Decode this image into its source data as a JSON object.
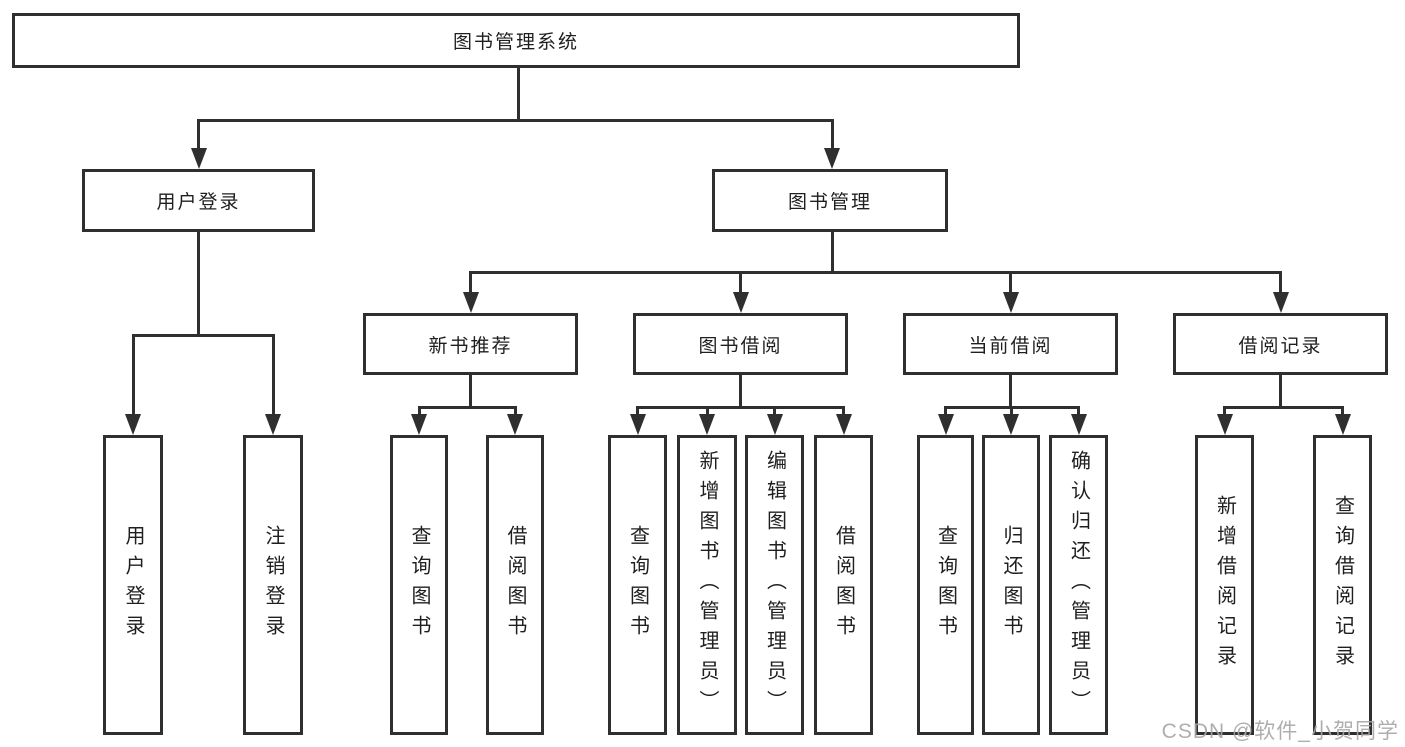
{
  "tree": {
    "label": "图书管理系统",
    "children": [
      {
        "label": "用户登录",
        "children": [
          {
            "label": "用户登录"
          },
          {
            "label": "注销登录"
          }
        ]
      },
      {
        "label": "图书管理",
        "children": [
          {
            "label": "新书推荐",
            "children": [
              {
                "label": "查询图书"
              },
              {
                "label": "借阅图书"
              }
            ]
          },
          {
            "label": "图书借阅",
            "children": [
              {
                "label": "查询图书"
              },
              {
                "label": "新增图书（管理员）"
              },
              {
                "label": "编辑图书（管理员）"
              },
              {
                "label": "借阅图书"
              }
            ]
          },
          {
            "label": "当前借阅",
            "children": [
              {
                "label": "查询图书"
              },
              {
                "label": "归还图书"
              },
              {
                "label": "确认归还（管理员）"
              }
            ]
          },
          {
            "label": "借阅记录",
            "children": [
              {
                "label": "新增借阅记录"
              },
              {
                "label": "查询借阅记录"
              }
            ]
          }
        ]
      }
    ]
  },
  "watermark": "CSDN @软件_小贺同学",
  "colors": {
    "line": "#2f2f2f",
    "text": "#1f1f1f",
    "watermark": "#a6a6a6",
    "background": "#ffffff"
  }
}
